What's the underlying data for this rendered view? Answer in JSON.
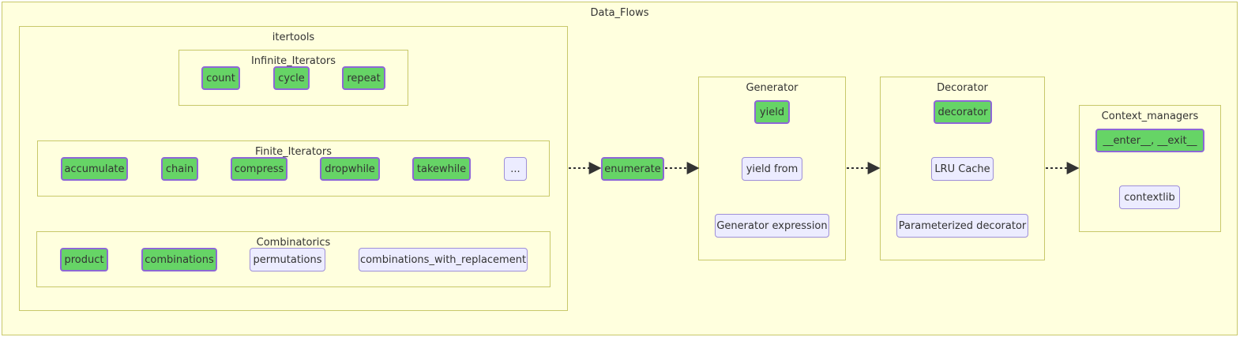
{
  "clusters": {
    "data_flows": "Data_Flows",
    "itertools": "itertools",
    "infinite": "Infinite_Iterators",
    "finite": "Finite_Iterators",
    "combinatorics": "Combinatorics",
    "generator": "Generator",
    "decorator": "Decorator",
    "context": "Context_managers"
  },
  "nodes": {
    "count": "count",
    "cycle": "cycle",
    "repeat": "repeat",
    "accumulate": "accumulate",
    "chain": "chain",
    "compress": "compress",
    "dropwhile": "dropwhile",
    "takewhile": "takewhile",
    "ellipsis": "...",
    "product": "product",
    "combinations": "combinations",
    "permutations": "permutations",
    "combinations_with_replacement": "combinations_with_replacement",
    "enumerate": "enumerate",
    "yield": "yield",
    "yield_from": "yield from",
    "generator_expression": "Generator expression",
    "decorator": "decorator",
    "lru_cache": "LRU Cache",
    "parameterized_decorator": "Parameterized decorator",
    "enter_exit": "__enter__, __exit__",
    "contextlib": "contextlib"
  },
  "colors": {
    "cluster_fill": "#ffffde",
    "cluster_border": "#c8c86a",
    "highlight_fill": "#66d466",
    "highlight_border": "#8d67d6",
    "plain_fill": "#ececff",
    "plain_border": "#9e8fd8",
    "edge": "#333333"
  }
}
